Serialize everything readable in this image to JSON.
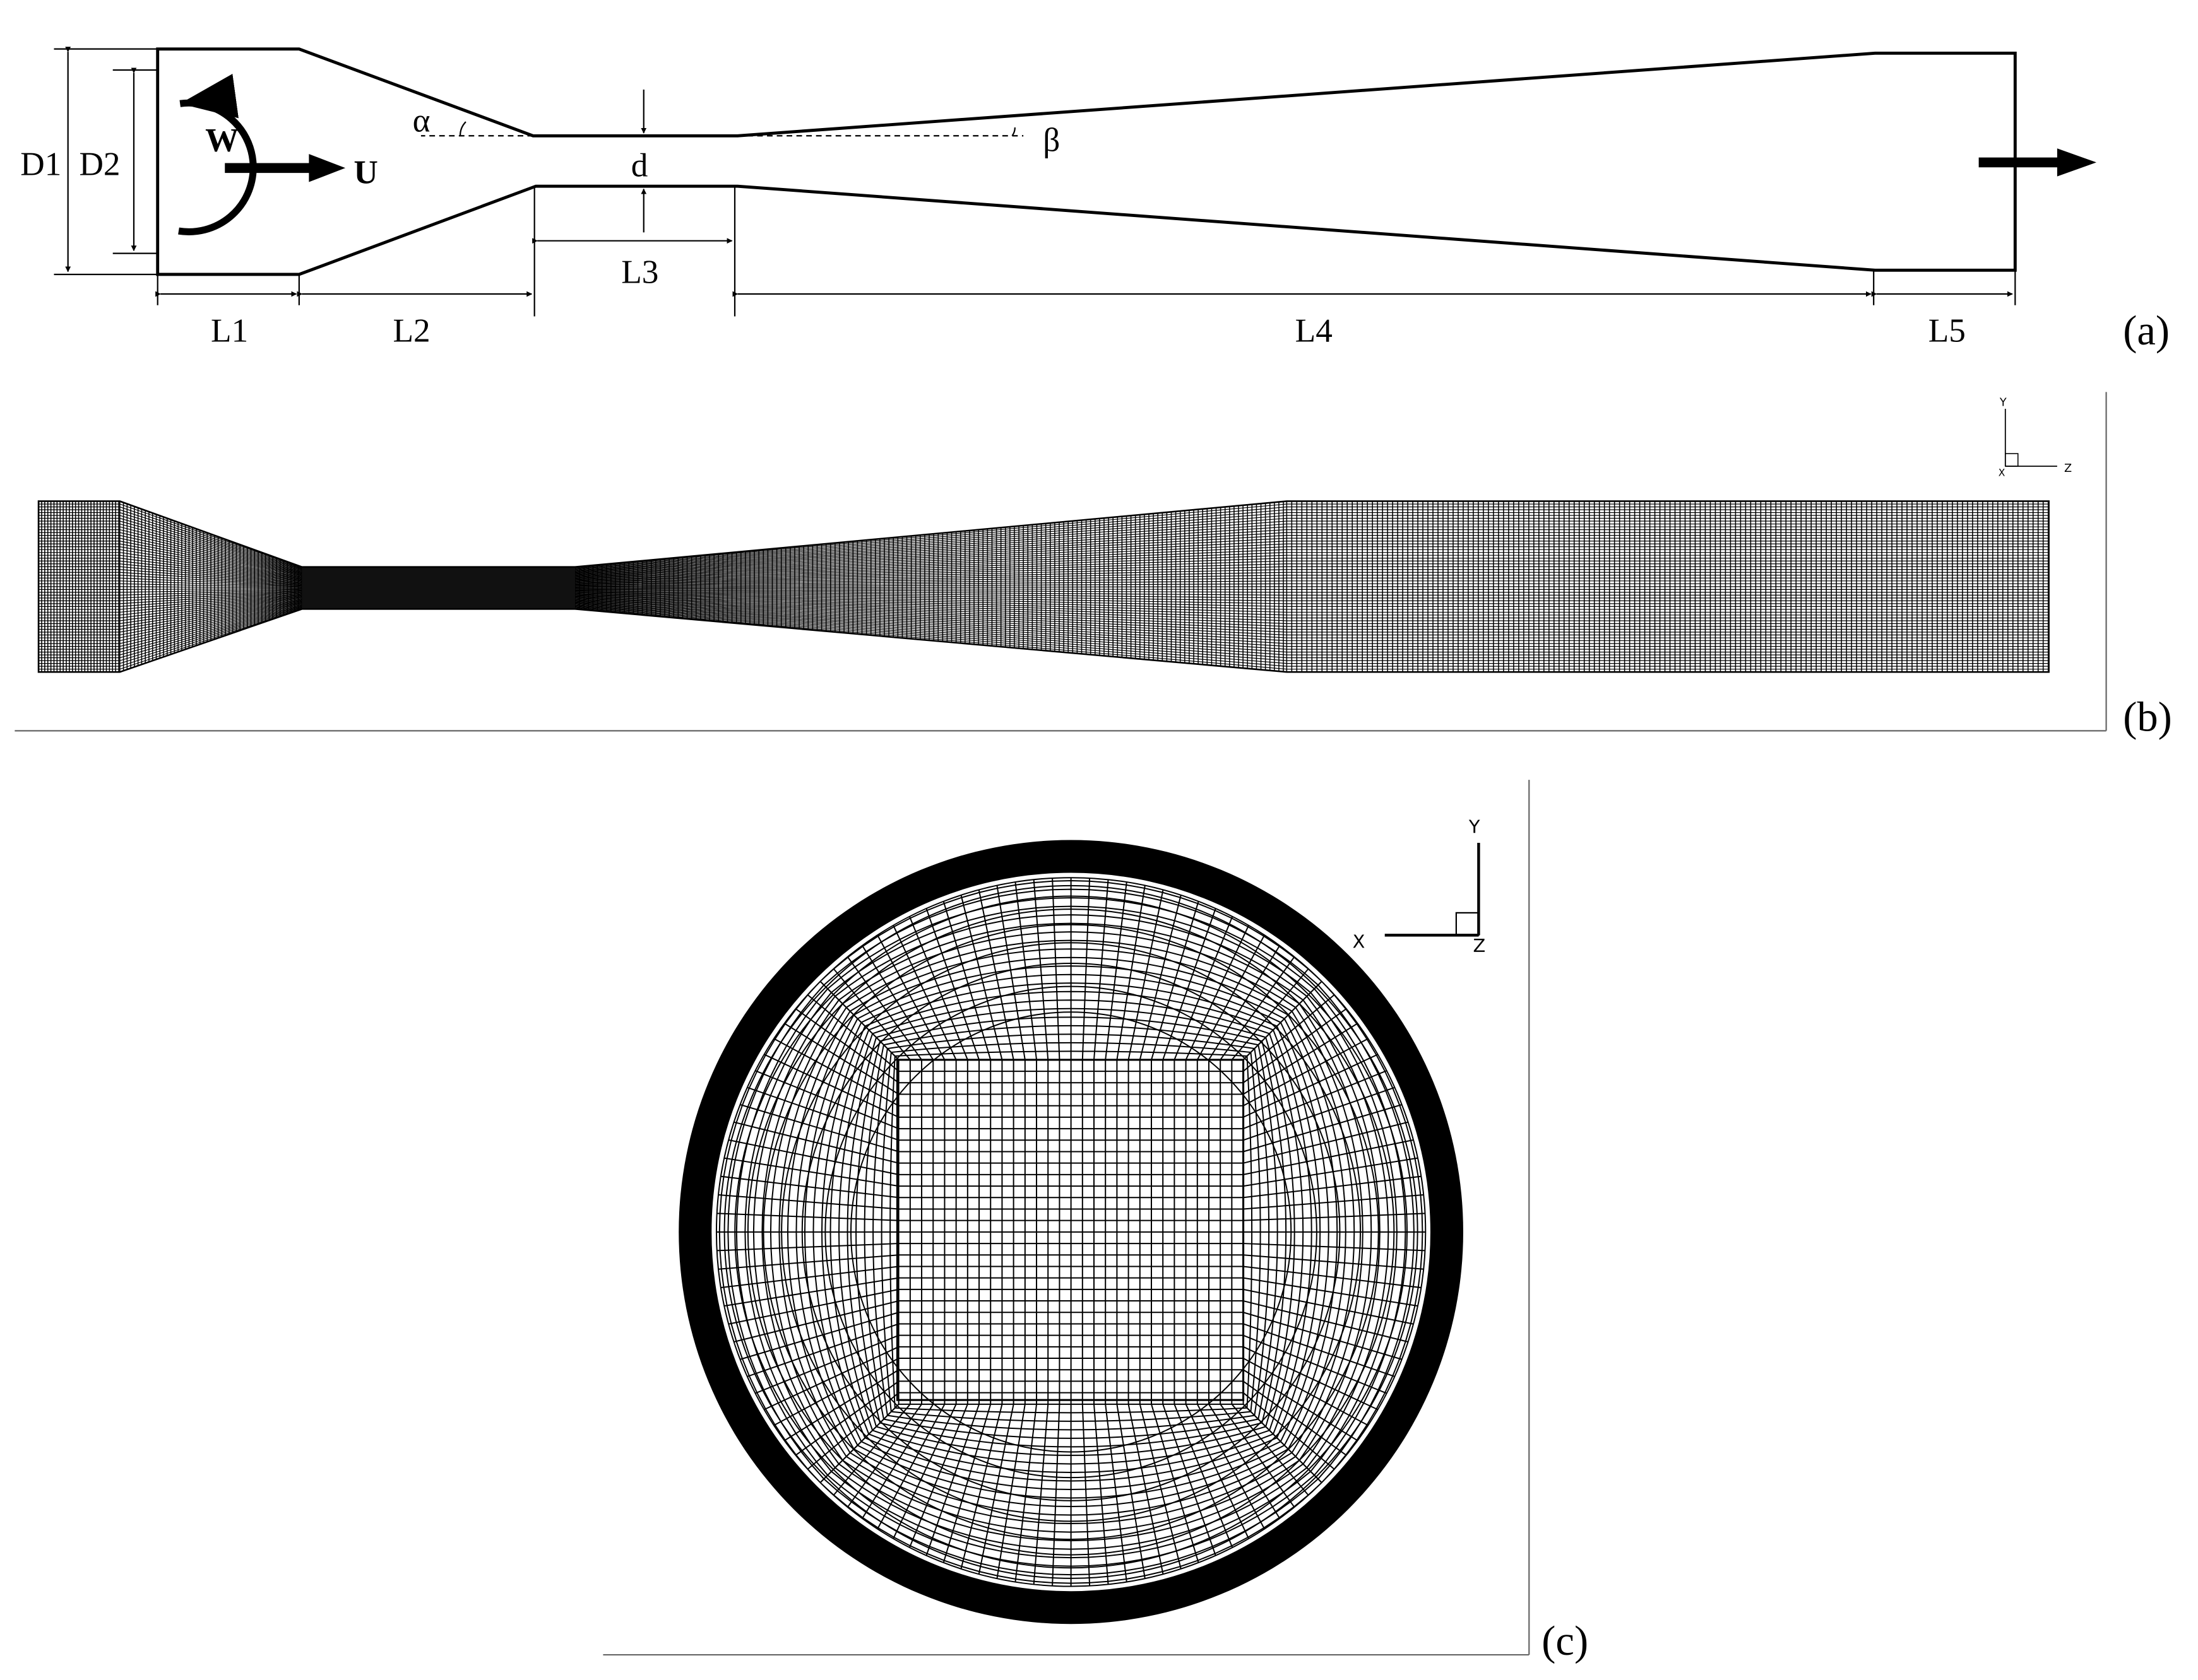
{
  "panel_a": {
    "tag": "(a)",
    "labels": {
      "D1": "D1",
      "D2": "D2",
      "W": "W",
      "U": "U",
      "alpha": "α",
      "beta": "β",
      "d": "d",
      "L1": "L1",
      "L2": "L2",
      "L3": "L3",
      "L4": "L4",
      "L5": "L5"
    }
  },
  "panel_b": {
    "tag": "(b)",
    "axes": {
      "y": "Y",
      "x": "X",
      "z": "Z"
    }
  },
  "panel_c": {
    "tag": "(c)",
    "axes": {
      "y": "Y",
      "x": "X",
      "z": "Z"
    }
  },
  "colors": {
    "line": "#000000",
    "background": "#ffffff"
  }
}
